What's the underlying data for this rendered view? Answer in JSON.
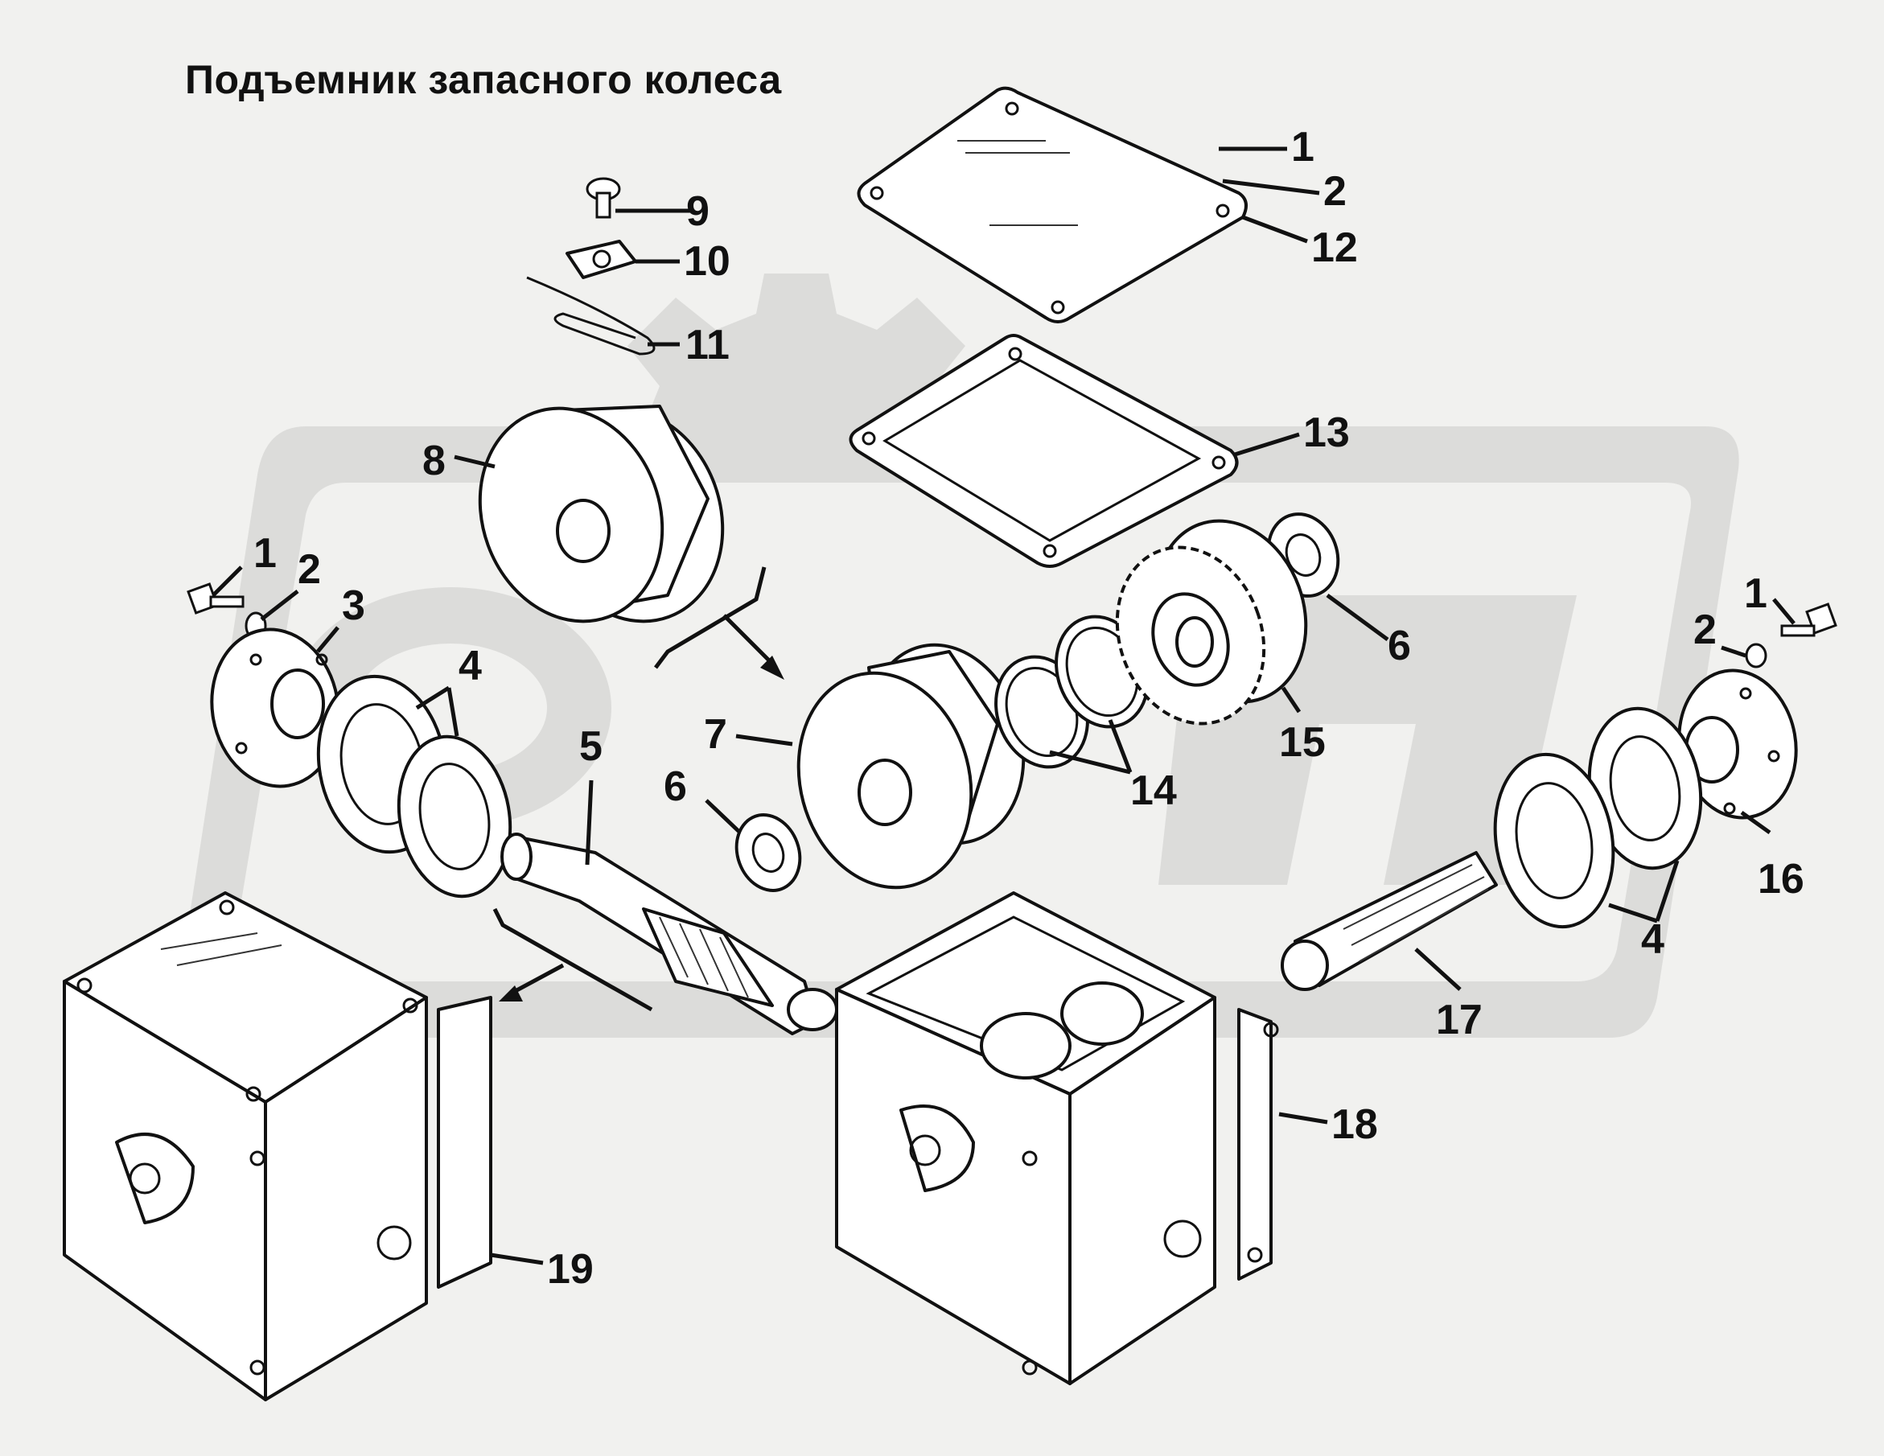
{
  "title": "Подъемник запасного колеса",
  "watermark": {
    "text": "OPTX",
    "color": "#dcdcda"
  },
  "colors": {
    "background": "#f1f1ef",
    "ink": "#111111",
    "part_fill": "#ffffff"
  },
  "callouts": {
    "c1a": "1",
    "c2a": "2",
    "c12": "12",
    "c9": "9",
    "c10": "10",
    "c11": "11",
    "c13": "13",
    "c8": "8",
    "c1b": "1",
    "c2b": "2",
    "c3": "3",
    "c4a": "4",
    "c6a": "6",
    "c15": "15",
    "c1c": "1",
    "c2c": "2",
    "c5": "5",
    "c7": "7",
    "c6b": "6",
    "c14": "14",
    "c16": "16",
    "c4b": "4",
    "c17": "17",
    "c18": "18",
    "c19": "19"
  }
}
